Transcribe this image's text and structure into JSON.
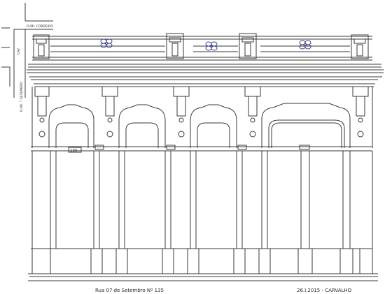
{
  "labels": {
    "street_top": "R.DR. CORDEIRO",
    "street_left_a": "CAV",
    "street_left_b": "R.DR. 7 SETEMBRO",
    "house_number": "135",
    "caption_left": "Rua 07 de Setembro Nº 135",
    "caption_right": "26.I.2015 - CARVALHO"
  }
}
